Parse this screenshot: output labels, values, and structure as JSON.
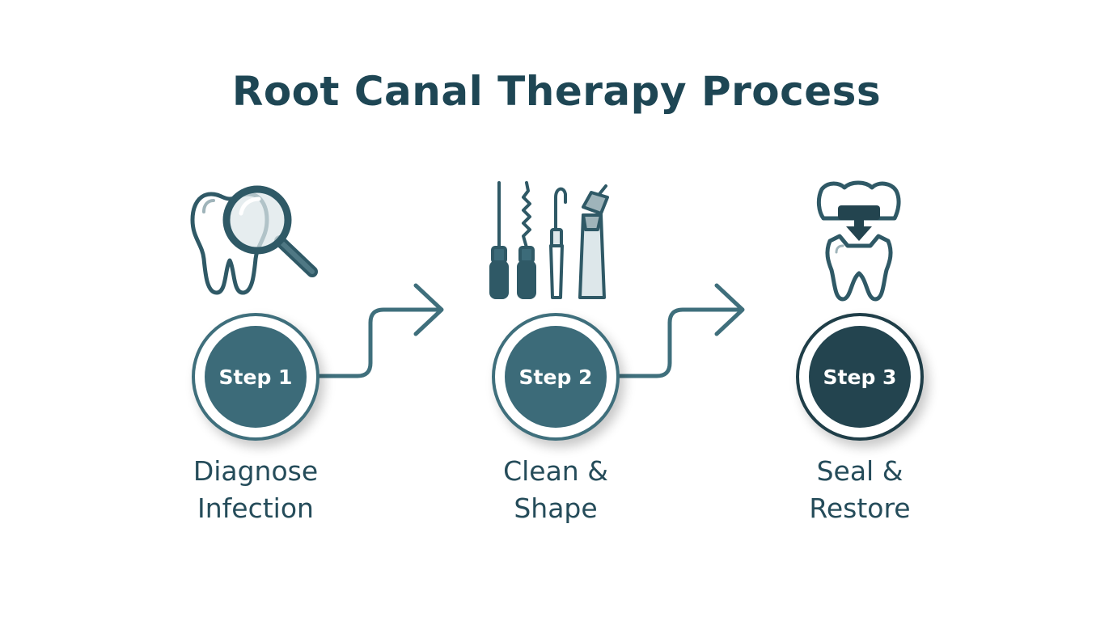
{
  "title": "Root Canal Therapy Process",
  "colors": {
    "primary": "#3c6b79",
    "dark": "#23444f",
    "title": "#1e4654",
    "text": "#254c5a"
  },
  "steps": [
    {
      "badge": "Step 1",
      "caption_line1": "Diagnose",
      "caption_line2": "Infection",
      "icon": "tooth-magnifier-icon"
    },
    {
      "badge": "Step 2",
      "caption_line1": "Clean &",
      "caption_line2": "Shape",
      "icon": "dental-tools-icon"
    },
    {
      "badge": "Step 3",
      "caption_line1": "Seal &",
      "caption_line2": "Restore",
      "icon": "tooth-crown-icon"
    }
  ]
}
